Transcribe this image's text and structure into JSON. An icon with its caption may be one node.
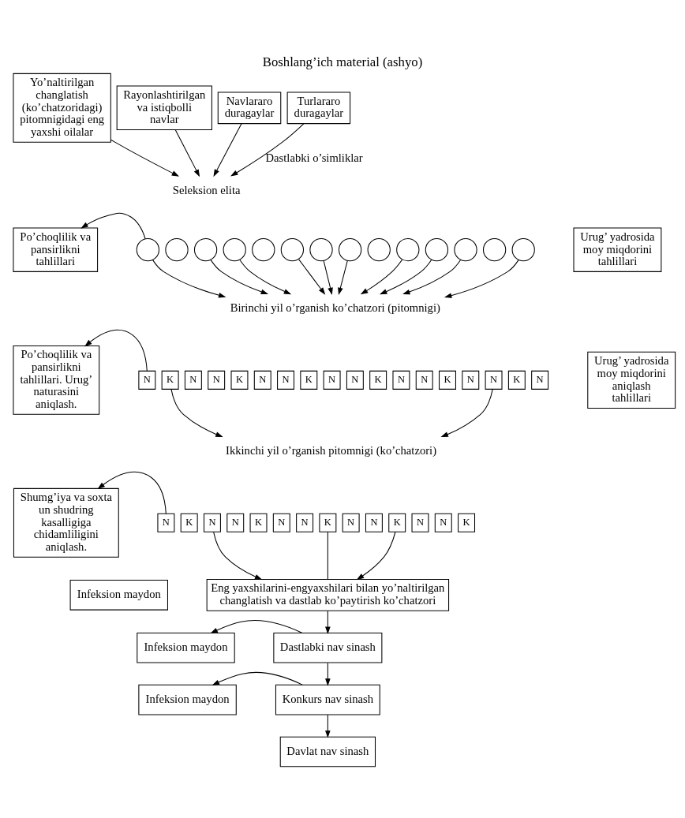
{
  "diagram": {
    "title": "Boshlang’ich material (ashyo)",
    "nodes": [
      {
        "text": [
          "Yo’naltirilgan changlatish (ko’chatzoridagi) pitomnigidagi eng yaxshi oilalar"
        ]
      },
      {
        "text": [
          "Rayonlashtirilgan va istiqbolli navlar"
        ]
      },
      {
        "text": [
          "Navlararo duragaylar"
        ]
      },
      {
        "text": [
          "Turlararo duragaylar"
        ]
      },
      {
        "text": [
          "Seleksion elita"
        ]
      },
      {
        "text": [
          "Po’choqlilik va pansirlikni tahlillari"
        ]
      },
      {
        "text": [],
        "shape": "circle"
      },
      {
        "text": [],
        "shape": "circle"
      },
      {
        "text": [],
        "shape": "circle"
      },
      {
        "text": [],
        "shape": "circle"
      },
      {
        "text": [],
        "shape": "circle"
      },
      {
        "text": [],
        "shape": "circle"
      },
      {
        "text": [],
        "shape": "circle"
      },
      {
        "text": [],
        "shape": "circle"
      },
      {
        "text": [],
        "shape": "circle"
      },
      {
        "text": [],
        "shape": "circle"
      },
      {
        "text": [],
        "shape": "circle"
      },
      {
        "text": [],
        "shape": "circle"
      },
      {
        "text": [],
        "shape": "circle"
      },
      {
        "text": [],
        "shape": "circle"
      },
      {
        "text": [
          "Urug’ yadrosida moy miqdorini tahlillari"
        ]
      },
      {
        "text": [
          "Birinchi yil o’rganish ko’chatzori (pitomnigi)"
        ]
      },
      {
        "text": [
          "Po’choqlilik va pansirlikni tahlillari. Urug’ naturasini aniqlash."
        ]
      },
      {
        "text": [
          "N"
        ]
      },
      {
        "text": [
          "K"
        ]
      },
      {
        "text": [
          "N"
        ]
      },
      {
        "text": [
          "N"
        ]
      },
      {
        "text": [
          "K"
        ]
      },
      {
        "text": [
          "N"
        ]
      },
      {
        "text": [
          "N"
        ]
      },
      {
        "text": [
          "K"
        ]
      },
      {
        "text": [
          "N"
        ]
      },
      {
        "text": [
          "N"
        ]
      },
      {
        "text": [
          "K"
        ]
      },
      {
        "text": [
          "N"
        ]
      },
      {
        "text": [
          "N"
        ]
      },
      {
        "text": [
          "K"
        ]
      },
      {
        "text": [
          "N"
        ]
      },
      {
        "text": [
          "N"
        ]
      },
      {
        "text": [
          "K"
        ]
      },
      {
        "text": [
          "N"
        ]
      },
      {
        "text": [
          "Urug’ yadrosida moy miqdorini aniqlash tahlillari"
        ]
      },
      {
        "text": [
          "Ikkinchi yil o’rganish pitomnigi (ko’chatzori)"
        ]
      },
      {
        "text": [
          "Shumg’iya va soxta un shudring kasalligiga chidamliligini aniqlash."
        ]
      },
      {
        "text": [
          "N"
        ]
      },
      {
        "text": [
          "K"
        ]
      },
      {
        "text": [
          "N"
        ]
      },
      {
        "text": [
          "N"
        ]
      },
      {
        "text": [
          "K"
        ]
      },
      {
        "text": [
          "N"
        ]
      },
      {
        "text": [
          "N"
        ]
      },
      {
        "text": [
          "K"
        ]
      },
      {
        "text": [
          "N"
        ]
      },
      {
        "text": [
          "N"
        ]
      },
      {
        "text": [
          "K"
        ]
      },
      {
        "text": [
          "N"
        ]
      },
      {
        "text": [
          "N"
        ]
      },
      {
        "text": [
          "K"
        ]
      },
      {
        "text": [
          "Infeksion maydon"
        ]
      },
      {
        "text": [
          "Eng yaxshilarini-engyaxshilari bilan yo’naltirilgan changlatish va dastlab ko’paytirish ko’chatzori"
        ]
      },
      {
        "text": [
          "Dastlabki nav sinash"
        ]
      },
      {
        "text": [
          "Infeksion maydon"
        ]
      },
      {
        "text": [
          "Konkurs nav sinash"
        ]
      },
      {
        "text": [
          "Infeksion maydon"
        ]
      },
      {
        "text": [
          "Davlat nav sinash"
        ]
      }
    ],
    "edges": [
      {
        "from": 0,
        "to": 4,
        "arrow": "to"
      },
      {
        "from": 1,
        "to": 4,
        "arrow": "to"
      },
      {
        "from": 2,
        "to": 4,
        "arrow": "to"
      },
      {
        "from": 3,
        "to": 4,
        "label": "Dastlabki o’simliklar",
        "arrow": "to"
      },
      {
        "from": 6,
        "to": 5,
        "arrow": "to"
      },
      {
        "from": 6,
        "to": 21,
        "arrow": "to"
      },
      {
        "from": 8,
        "to": 21,
        "arrow": "to"
      },
      {
        "from": 9,
        "to": 21,
        "arrow": "to"
      },
      {
        "from": 11,
        "to": 21,
        "arrow": "to"
      },
      {
        "from": 12,
        "to": 21,
        "arrow": "to"
      },
      {
        "from": 13,
        "to": 21,
        "arrow": "to"
      },
      {
        "from": 15,
        "to": 21,
        "arrow": "to"
      },
      {
        "from": 16,
        "to": 21,
        "arrow": "to"
      },
      {
        "from": 17,
        "to": 21,
        "arrow": "to"
      },
      {
        "from": 19,
        "to": 21,
        "arrow": "to"
      },
      {
        "from": 23,
        "to": 22,
        "arrow": "to"
      },
      {
        "from": 24,
        "to": 42,
        "arrow": "to"
      },
      {
        "from": 38,
        "to": 42,
        "arrow": "to"
      },
      {
        "from": 44,
        "to": 43,
        "arrow": "to"
      },
      {
        "from": 46,
        "to": 59,
        "arrow": "to"
      },
      {
        "from": 51,
        "to": 59,
        "arrow": "none"
      },
      {
        "from": 54,
        "to": 59,
        "arrow": "to"
      },
      {
        "from": 59,
        "to": 60,
        "arrow": "to"
      },
      {
        "from": 60,
        "to": 61,
        "arrow": "to"
      },
      {
        "from": 60,
        "to": 62,
        "arrow": "to"
      },
      {
        "from": 62,
        "to": 63,
        "arrow": "to"
      },
      {
        "from": 62,
        "to": 64,
        "arrow": "to"
      }
    ]
  }
}
